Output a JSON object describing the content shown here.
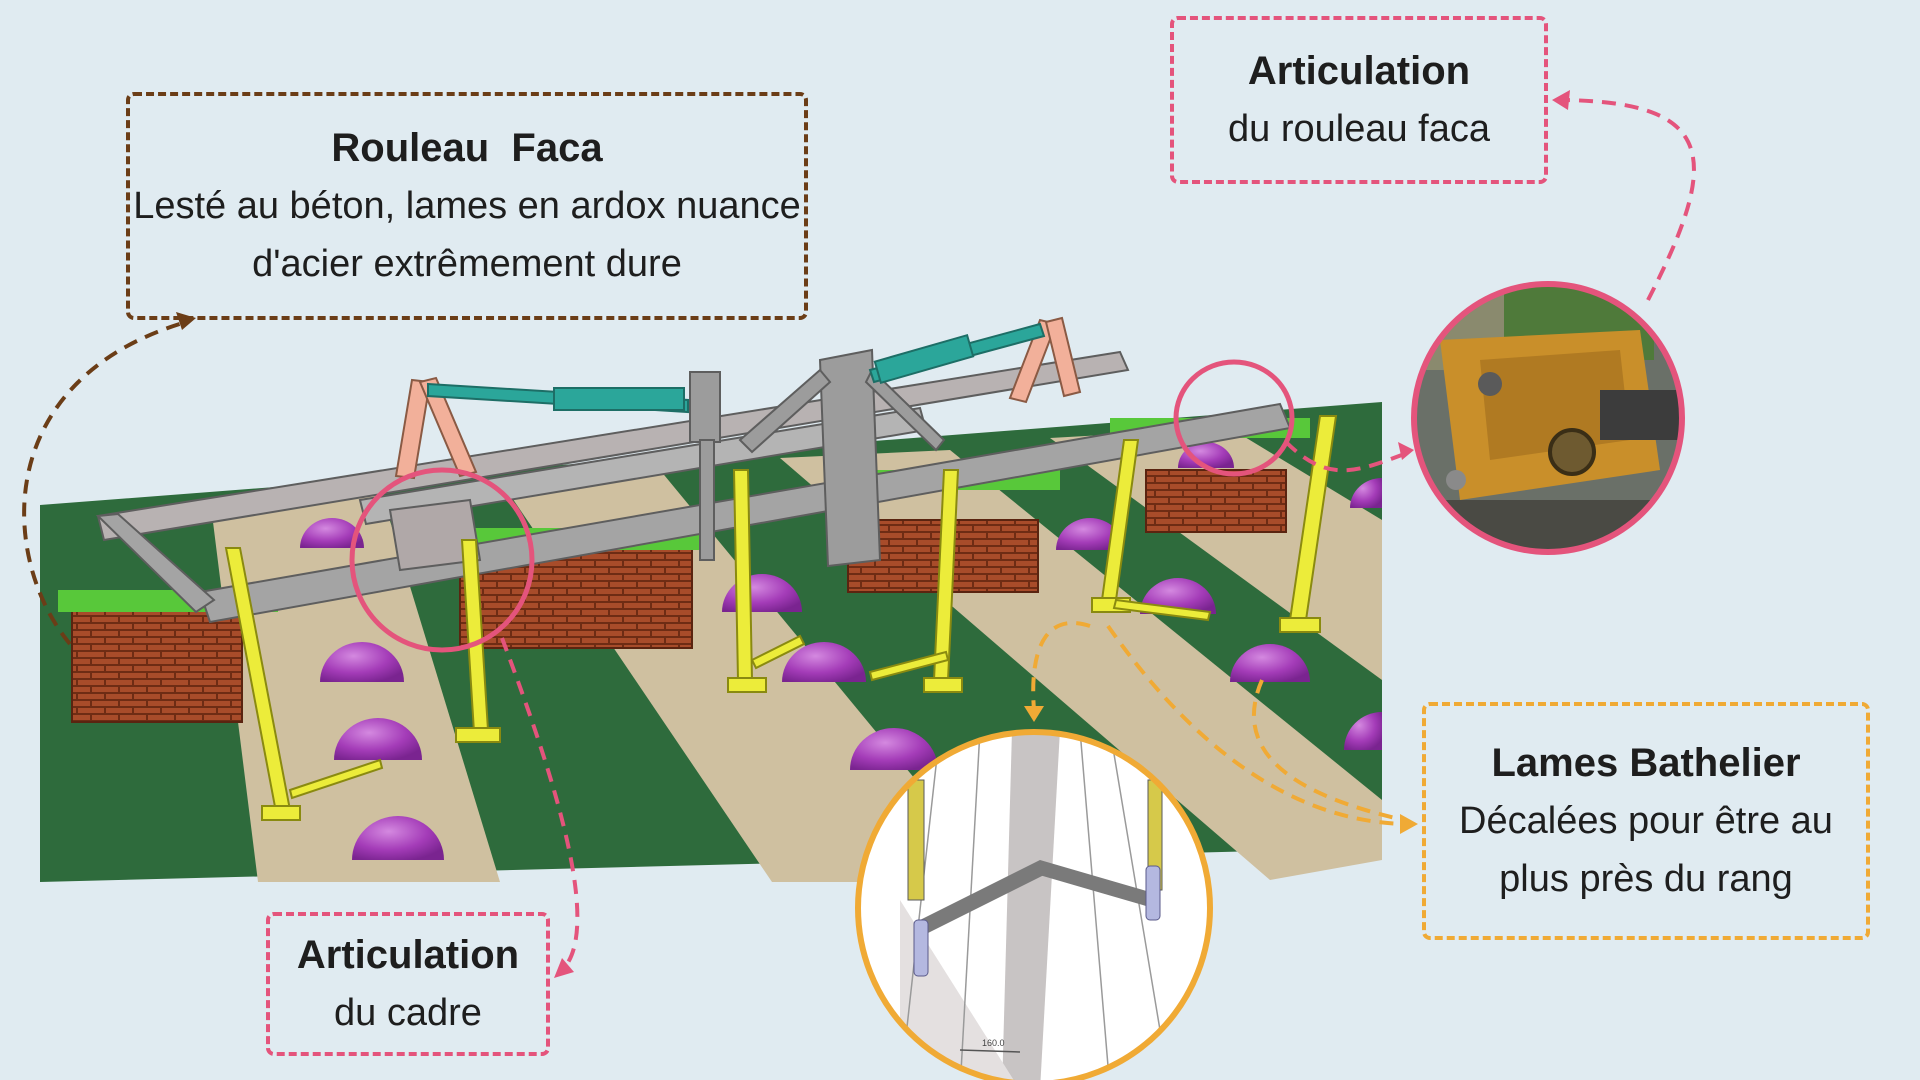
{
  "callouts": {
    "rouleau_faca": {
      "title": "Rouleau  Faca",
      "line1": "Lesté au béton, lames en ardox nuance",
      "line2": "d'acier extrêmement dure"
    },
    "articulation_rouleau": {
      "title": "Articulation",
      "line1": "du rouleau faca"
    },
    "articulation_cadre": {
      "title": "Articulation",
      "line1": "du cadre"
    },
    "lames_bathelier": {
      "title": "Lames Bathelier",
      "line1": "Décalées pour être au",
      "line2": "plus près du rang"
    }
  },
  "inset": {
    "dimension_label": "160.0"
  },
  "colors": {
    "background": "#e0ebf1",
    "brown_accent": "#6b3d17",
    "pink_accent": "#e4547c",
    "orange_accent": "#f0aa35",
    "field_green": "#2e6b3c",
    "soil": "#cfc0a0",
    "plant_purple": "#a43cb8",
    "frame_grey": "#a4a4a4",
    "hydraulic_yellow": "#ecec3a",
    "cylinder_teal": "#2ba69a",
    "roller_brick": "#a84c2a"
  }
}
